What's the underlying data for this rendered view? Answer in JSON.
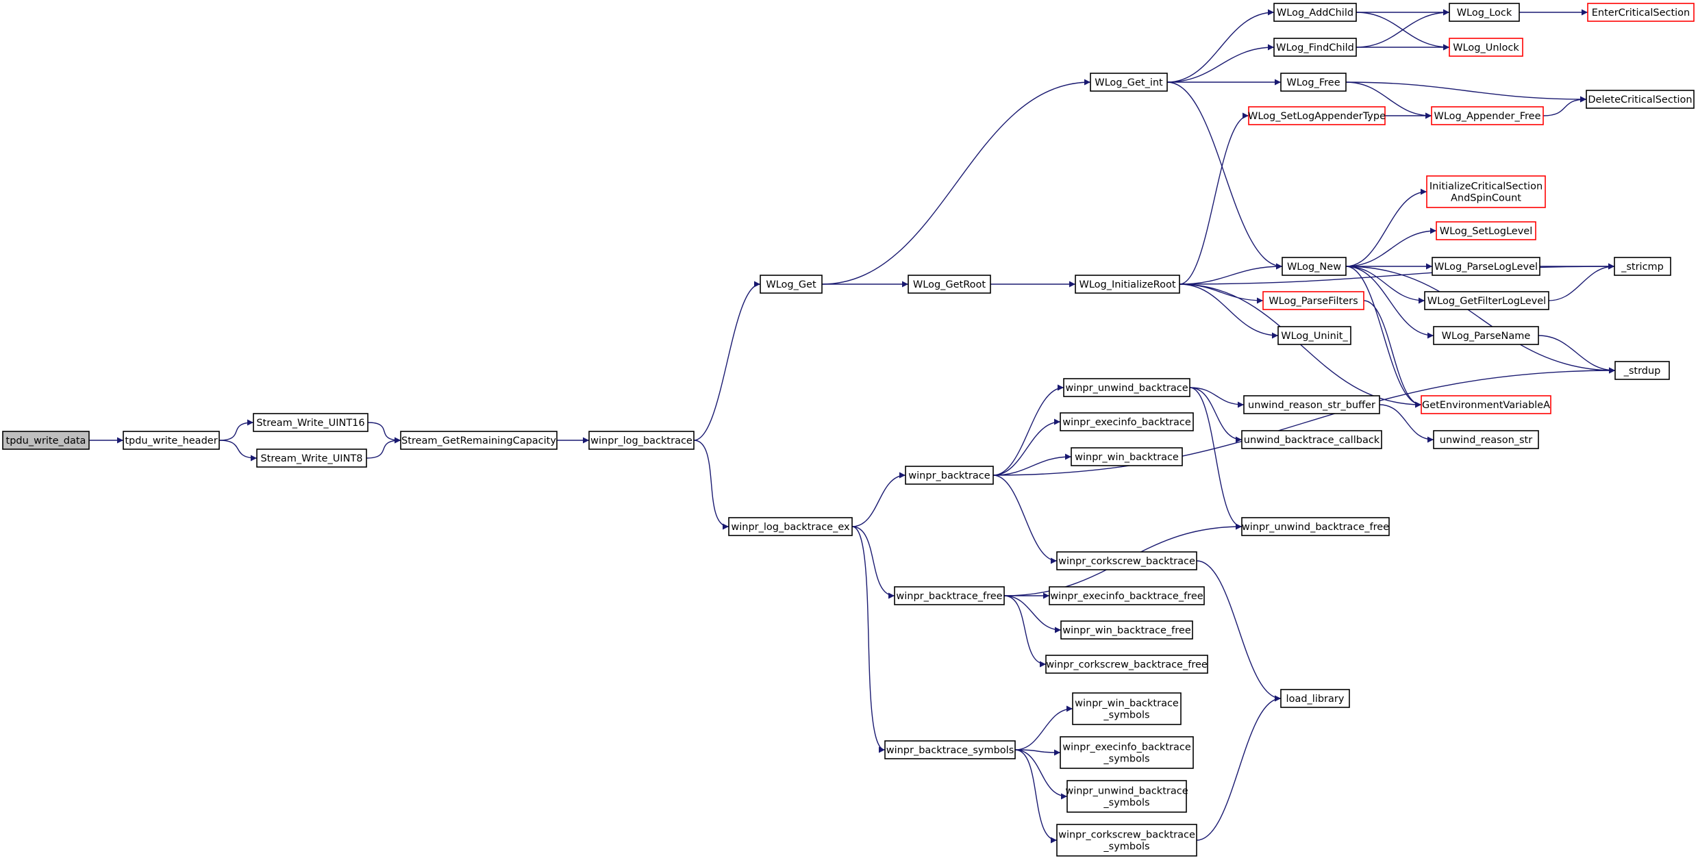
{
  "diagram": {
    "nodes": [
      {
        "id": "tpdu_write_data",
        "label": [
          "tpdu_write_data"
        ],
        "style": "root"
      },
      {
        "id": "tpdu_write_header",
        "label": [
          "tpdu_write_header"
        ],
        "style": "normal"
      },
      {
        "id": "Stream_Write_UINT16",
        "label": [
          "Stream_Write_UINT16"
        ],
        "style": "normal"
      },
      {
        "id": "Stream_Write_UINT8",
        "label": [
          "Stream_Write_UINT8"
        ],
        "style": "normal"
      },
      {
        "id": "Stream_GetRemainingCapacity",
        "label": [
          "Stream_GetRemainingCapacity"
        ],
        "style": "normal"
      },
      {
        "id": "winpr_log_backtrace",
        "label": [
          "winpr_log_backtrace"
        ],
        "style": "normal"
      },
      {
        "id": "WLog_Get",
        "label": [
          "WLog_Get"
        ],
        "style": "normal"
      },
      {
        "id": "winpr_log_backtrace_ex",
        "label": [
          "winpr_log_backtrace_ex"
        ],
        "style": "normal"
      },
      {
        "id": "WLog_Get_int",
        "label": [
          "WLog_Get_int"
        ],
        "style": "normal"
      },
      {
        "id": "WLog_GetRoot",
        "label": [
          "WLog_GetRoot"
        ],
        "style": "normal"
      },
      {
        "id": "WLog_InitializeRoot",
        "label": [
          "WLog_InitializeRoot"
        ],
        "style": "normal"
      },
      {
        "id": "WLog_AddChild",
        "label": [
          "WLog_AddChild"
        ],
        "style": "normal"
      },
      {
        "id": "WLog_FindChild",
        "label": [
          "WLog_FindChild"
        ],
        "style": "normal"
      },
      {
        "id": "WLog_Free",
        "label": [
          "WLog_Free"
        ],
        "style": "normal"
      },
      {
        "id": "WLog_SetLogAppenderType",
        "label": [
          "WLog_SetLogAppenderType"
        ],
        "style": "red"
      },
      {
        "id": "WLog_Lock",
        "label": [
          "WLog_Lock"
        ],
        "style": "normal"
      },
      {
        "id": "WLog_Unlock",
        "label": [
          "WLog_Unlock"
        ],
        "style": "red"
      },
      {
        "id": "WLog_Appender_Free",
        "label": [
          "WLog_Appender_Free"
        ],
        "style": "red"
      },
      {
        "id": "EnterCriticalSection",
        "label": [
          "EnterCriticalSection"
        ],
        "style": "red"
      },
      {
        "id": "DeleteCriticalSection",
        "label": [
          "DeleteCriticalSection"
        ],
        "style": "normal"
      },
      {
        "id": "InitializeCriticalSectionAndSpinCount",
        "label": [
          "InitializeCriticalSection",
          "AndSpinCount"
        ],
        "style": "red"
      },
      {
        "id": "WLog_SetLogLevel",
        "label": [
          "WLog_SetLogLevel"
        ],
        "style": "red"
      },
      {
        "id": "WLog_New",
        "label": [
          "WLog_New"
        ],
        "style": "normal"
      },
      {
        "id": "WLog_ParseLogLevel",
        "label": [
          "WLog_ParseLogLevel"
        ],
        "style": "normal"
      },
      {
        "id": "_stricmp",
        "label": [
          "_stricmp"
        ],
        "style": "normal"
      },
      {
        "id": "WLog_ParseFilters",
        "label": [
          "WLog_ParseFilters"
        ],
        "style": "red"
      },
      {
        "id": "WLog_GetFilterLogLevel",
        "label": [
          "WLog_GetFilterLogLevel"
        ],
        "style": "normal"
      },
      {
        "id": "WLog_Uninit_",
        "label": [
          "WLog_Uninit_"
        ],
        "style": "normal"
      },
      {
        "id": "WLog_ParseName",
        "label": [
          "WLog_ParseName"
        ],
        "style": "normal"
      },
      {
        "id": "_strdup",
        "label": [
          "_strdup"
        ],
        "style": "normal"
      },
      {
        "id": "winpr_unwind_backtrace",
        "label": [
          "winpr_unwind_backtrace"
        ],
        "style": "normal"
      },
      {
        "id": "unwind_reason_str_buffer",
        "label": [
          "unwind_reason_str_buffer"
        ],
        "style": "normal"
      },
      {
        "id": "GetEnvironmentVariableA",
        "label": [
          "GetEnvironmentVariableA"
        ],
        "style": "red"
      },
      {
        "id": "winpr_execinfo_backtrace",
        "label": [
          "winpr_execinfo_backtrace"
        ],
        "style": "normal"
      },
      {
        "id": "unwind_backtrace_callback",
        "label": [
          "unwind_backtrace_callback"
        ],
        "style": "normal"
      },
      {
        "id": "unwind_reason_str",
        "label": [
          "unwind_reason_str"
        ],
        "style": "normal"
      },
      {
        "id": "winpr_win_backtrace",
        "label": [
          "winpr_win_backtrace"
        ],
        "style": "normal"
      },
      {
        "id": "winpr_backtrace",
        "label": [
          "winpr_backtrace"
        ],
        "style": "normal"
      },
      {
        "id": "winpr_unwind_backtrace_free",
        "label": [
          "winpr_unwind_backtrace_free"
        ],
        "style": "normal"
      },
      {
        "id": "winpr_corkscrew_backtrace",
        "label": [
          "winpr_corkscrew_backtrace"
        ],
        "style": "normal"
      },
      {
        "id": "winpr_backtrace_free",
        "label": [
          "winpr_backtrace_free"
        ],
        "style": "normal"
      },
      {
        "id": "winpr_execinfo_backtrace_free",
        "label": [
          "winpr_execinfo_backtrace_free"
        ],
        "style": "normal"
      },
      {
        "id": "winpr_win_backtrace_free",
        "label": [
          "winpr_win_backtrace_free"
        ],
        "style": "normal"
      },
      {
        "id": "winpr_corkscrew_backtrace_free",
        "label": [
          "winpr_corkscrew_backtrace_free"
        ],
        "style": "normal"
      },
      {
        "id": "load_library",
        "label": [
          "load_library"
        ],
        "style": "normal"
      },
      {
        "id": "winpr_win_backtrace_symbols",
        "label": [
          "winpr_win_backtrace",
          "_symbols"
        ],
        "style": "normal"
      },
      {
        "id": "winpr_backtrace_symbols",
        "label": [
          "winpr_backtrace_symbols"
        ],
        "style": "normal"
      },
      {
        "id": "winpr_execinfo_backtrace_symbols",
        "label": [
          "winpr_execinfo_backtrace",
          "_symbols"
        ],
        "style": "normal"
      },
      {
        "id": "winpr_unwind_backtrace_symbols",
        "label": [
          "winpr_unwind_backtrace",
          "_symbols"
        ],
        "style": "normal"
      },
      {
        "id": "winpr_corkscrew_backtrace_symbols",
        "label": [
          "winpr_corkscrew_backtrace",
          "_symbols"
        ],
        "style": "normal"
      }
    ],
    "edges": [
      [
        "tpdu_write_data",
        "tpdu_write_header"
      ],
      [
        "tpdu_write_header",
        "Stream_Write_UINT16"
      ],
      [
        "tpdu_write_header",
        "Stream_Write_UINT8"
      ],
      [
        "Stream_Write_UINT16",
        "Stream_GetRemainingCapacity"
      ],
      [
        "Stream_Write_UINT8",
        "Stream_GetRemainingCapacity"
      ],
      [
        "Stream_GetRemainingCapacity",
        "winpr_log_backtrace"
      ],
      [
        "winpr_log_backtrace",
        "WLog_Get"
      ],
      [
        "winpr_log_backtrace",
        "winpr_log_backtrace_ex"
      ],
      [
        "WLog_Get",
        "WLog_Get_int"
      ],
      [
        "WLog_Get",
        "WLog_GetRoot"
      ],
      [
        "WLog_GetRoot",
        "WLog_InitializeRoot"
      ],
      [
        "WLog_Get_int",
        "WLog_AddChild"
      ],
      [
        "WLog_Get_int",
        "WLog_FindChild"
      ],
      [
        "WLog_Get_int",
        "WLog_Free"
      ],
      [
        "WLog_Get_int",
        "WLog_New"
      ],
      [
        "WLog_AddChild",
        "WLog_Lock"
      ],
      [
        "WLog_AddChild",
        "WLog_Unlock"
      ],
      [
        "WLog_FindChild",
        "WLog_Lock"
      ],
      [
        "WLog_FindChild",
        "WLog_Unlock"
      ],
      [
        "WLog_Lock",
        "EnterCriticalSection"
      ],
      [
        "WLog_Free",
        "WLog_Appender_Free"
      ],
      [
        "WLog_Free",
        "DeleteCriticalSection"
      ],
      [
        "WLog_Appender_Free",
        "DeleteCriticalSection"
      ],
      [
        "WLog_SetLogAppenderType",
        "WLog_Appender_Free"
      ],
      [
        "WLog_InitializeRoot",
        "WLog_SetLogAppenderType"
      ],
      [
        "WLog_InitializeRoot",
        "_stricmp"
      ],
      [
        "WLog_InitializeRoot",
        "WLog_New"
      ],
      [
        "WLog_InitializeRoot",
        "WLog_ParseFilters"
      ],
      [
        "WLog_InitializeRoot",
        "WLog_Uninit_"
      ],
      [
        "WLog_InitializeRoot",
        "GetEnvironmentVariableA"
      ],
      [
        "WLog_New",
        "InitializeCriticalSectionAndSpinCount"
      ],
      [
        "WLog_New",
        "WLog_SetLogLevel"
      ],
      [
        "WLog_New",
        "WLog_ParseLogLevel"
      ],
      [
        "WLog_New",
        "WLog_GetFilterLogLevel"
      ],
      [
        "WLog_New",
        "WLog_ParseName"
      ],
      [
        "WLog_New",
        "GetEnvironmentVariableA"
      ],
      [
        "WLog_New",
        "_strdup"
      ],
      [
        "WLog_ParseLogLevel",
        "_stricmp"
      ],
      [
        "WLog_GetFilterLogLevel",
        "_stricmp"
      ],
      [
        "WLog_ParseName",
        "_strdup"
      ],
      [
        "WLog_ParseFilters",
        "GetEnvironmentVariableA"
      ],
      [
        "winpr_log_backtrace_ex",
        "winpr_backtrace"
      ],
      [
        "winpr_log_backtrace_ex",
        "winpr_backtrace_free"
      ],
      [
        "winpr_log_backtrace_ex",
        "winpr_backtrace_symbols"
      ],
      [
        "winpr_backtrace",
        "winpr_unwind_backtrace"
      ],
      [
        "winpr_backtrace",
        "winpr_execinfo_backtrace"
      ],
      [
        "winpr_backtrace",
        "winpr_win_backtrace"
      ],
      [
        "winpr_backtrace",
        "winpr_corkscrew_backtrace"
      ],
      [
        "winpr_backtrace",
        "_strdup"
      ],
      [
        "winpr_unwind_backtrace",
        "unwind_reason_str_buffer"
      ],
      [
        "winpr_unwind_backtrace",
        "unwind_backtrace_callback"
      ],
      [
        "winpr_unwind_backtrace",
        "winpr_unwind_backtrace_free"
      ],
      [
        "unwind_reason_str_buffer",
        "unwind_reason_str"
      ],
      [
        "winpr_corkscrew_backtrace",
        "load_library"
      ],
      [
        "winpr_backtrace_free",
        "winpr_unwind_backtrace_free"
      ],
      [
        "winpr_backtrace_free",
        "winpr_execinfo_backtrace_free"
      ],
      [
        "winpr_backtrace_free",
        "winpr_win_backtrace_free"
      ],
      [
        "winpr_backtrace_free",
        "winpr_corkscrew_backtrace_free"
      ],
      [
        "winpr_backtrace_symbols",
        "winpr_win_backtrace_symbols"
      ],
      [
        "winpr_backtrace_symbols",
        "winpr_execinfo_backtrace_symbols"
      ],
      [
        "winpr_backtrace_symbols",
        "winpr_unwind_backtrace_symbols"
      ],
      [
        "winpr_backtrace_symbols",
        "winpr_corkscrew_backtrace_symbols"
      ],
      [
        "winpr_corkscrew_backtrace_symbols",
        "load_library"
      ]
    ],
    "colors": {
      "edge": "#191970",
      "node_border": "#000000",
      "node_border_external": "#ff0000",
      "root_fill": "#bfbfbf",
      "node_fill": "#ffffff"
    }
  }
}
